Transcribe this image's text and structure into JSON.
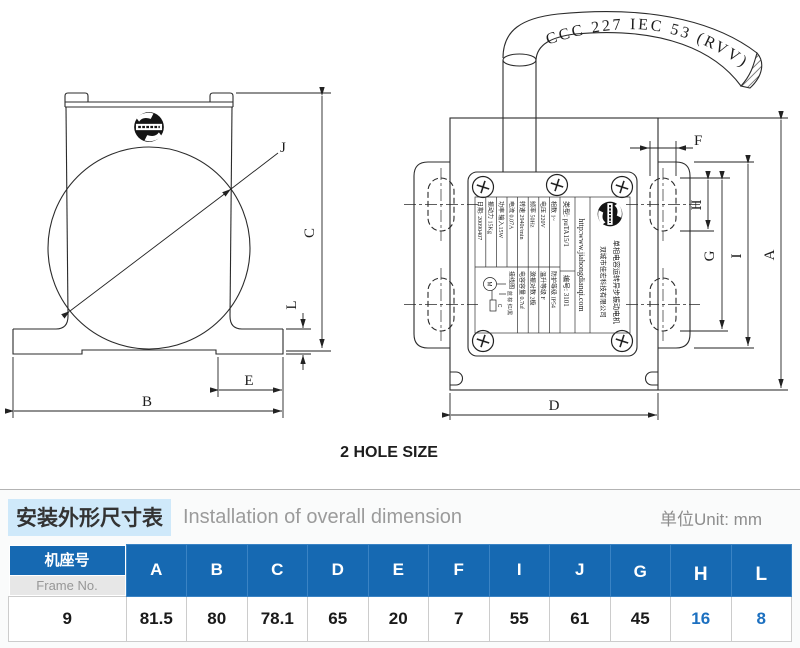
{
  "drawing": {
    "cable_label": "CCC 227 IEC  53 (RVV)",
    "hole_note": "2 HOLE SIZE",
    "dims": {
      "a": "A",
      "b": "B",
      "c": "C",
      "d": "D",
      "e": "E",
      "f": "F",
      "g": "G",
      "h": "H",
      "i": "I",
      "j": "J",
      "l": "L"
    },
    "nameplate": {
      "product": "单相电容运转异步振动电机",
      "company": "双城市佳宏科技有限公司",
      "website": "http:www.jiahongdianqi.com",
      "model": "类型: puTA15/1",
      "serial": "编号: 3101",
      "left_rows": [
        "相数 1~",
        "电压 220V",
        "频率 50Hz",
        "转速 2940r/min",
        "电流 0.07A",
        "功率 输入15W",
        "振动力 15Kg",
        "日期: 20090407"
      ],
      "right_rows": [
        "防护等级 IP54",
        "温升等级 F",
        "激振对数 2极",
        "电容容量 0.7uf",
        "接线图"
      ],
      "wiring_labels": "蓝 棕 红/黑",
      "motor_symbol": "M",
      "cap_symbol": "C"
    }
  },
  "dim_table": {
    "title_cn": "安装外形尺寸表",
    "title_en": "Installation of overall dimension",
    "unit_label": "单位Unit: mm",
    "frame_cn": "机座号",
    "frame_en": "Frame No.",
    "columns": [
      "A",
      "B",
      "C",
      "D",
      "E",
      "F",
      "I",
      "J",
      "G",
      "H",
      "L"
    ],
    "frame_value": "9",
    "values": [
      "81.5",
      "80",
      "78.1",
      "65",
      "20",
      "7",
      "55",
      "61",
      "45",
      "16",
      "8"
    ]
  }
}
